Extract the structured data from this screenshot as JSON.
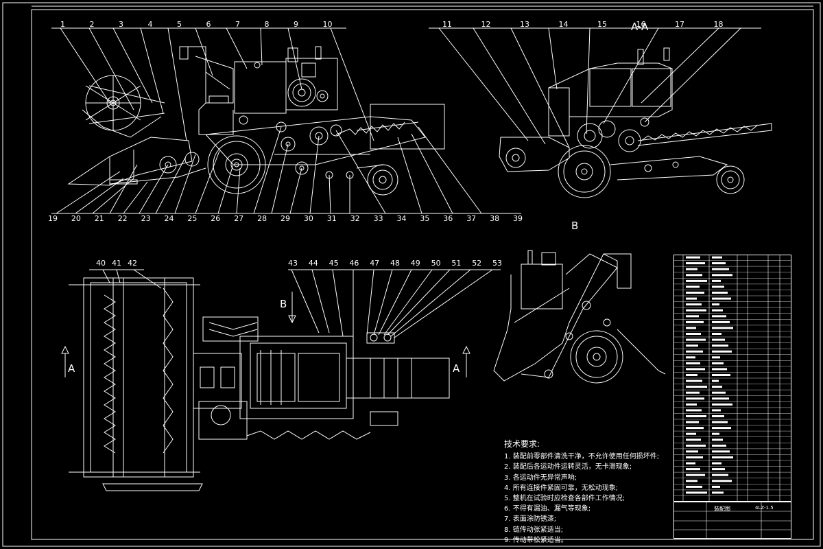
{
  "drawing": {
    "main_labels_top": [
      "1",
      "2",
      "3",
      "4",
      "5",
      "6",
      "7",
      "8",
      "9",
      "10"
    ],
    "main_labels_bottom": [
      "19",
      "20",
      "21",
      "22",
      "23",
      "24",
      "25",
      "26",
      "27",
      "28",
      "29",
      "30",
      "31",
      "32",
      "33",
      "34",
      "35",
      "36",
      "37",
      "38",
      "39"
    ],
    "section_labels_top": [
      "11",
      "12",
      "13",
      "14",
      "15",
      "16",
      "17",
      "18"
    ],
    "section_title": "A-A",
    "plan_labels_left": [
      "40",
      "41",
      "42"
    ],
    "plan_labels_right": [
      "43",
      "44",
      "45",
      "46",
      "47",
      "48",
      "49",
      "50",
      "51",
      "52",
      "53"
    ],
    "view_b": "B",
    "view_b_arrow": "B",
    "view_a_left": "A",
    "view_a_right": "A"
  },
  "tech_notes": {
    "title": "技术要求:",
    "items": [
      "1. 装配前零部件清洗干净，不允许使用任何损坏件;",
      "2. 装配后各运动件运转灵活，无卡滞现象;",
      "3. 各运动件无异常声响;",
      "4. 所有连接件紧固可靠，无松动现象;",
      "5. 整机在试验时应检查各部件工作情况;",
      "6. 不得有漏油、漏气等现象;",
      "7. 表面涂防锈漆;",
      "8. 链传动张紧适当;",
      "9. 传动带松紧适当。"
    ]
  },
  "title_block": {
    "name": "装配图",
    "code": "4LZ-1.5"
  },
  "colors": {
    "background": "#000000",
    "line": "#ffffff"
  }
}
